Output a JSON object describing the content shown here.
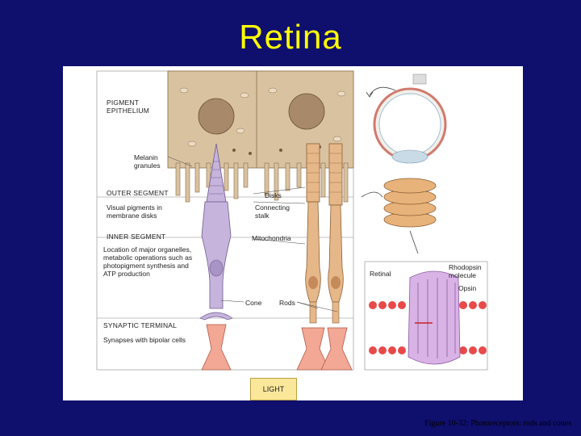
{
  "title": "Retina",
  "caption": "Figure 10-32: Photoreceptors: rods and cones",
  "figure": {
    "labels": {
      "pigment_epithelium": "PIGMENT\nEPITHELIUM",
      "melanin_granules": "Melanin\ngranules",
      "outer_segment": "OUTER SEGMENT",
      "visual_pigments": "Visual pigments in\nmembrane disks",
      "inner_segment": "INNER SEGMENT",
      "location_text": "Location of major organelles,\nmetabolic operations such as\nphotopigment synthesis and\nATP production",
      "synaptic_terminal": "SYNAPTIC TERMINAL",
      "synapses": "Synapses with bipolar cells",
      "disks": "Disks",
      "connecting_stalk": "Connecting\nstalk",
      "mitochondria": "Mitochondria",
      "cone": "Cone",
      "rods": "Rods",
      "light": "LIGHT",
      "retinal": "Retinal",
      "rhodopsin_molecule": "Rhodopsin\nmolecule",
      "opsin": "Opsin"
    },
    "colors": {
      "epithelium": "#d9c2a0",
      "cone": "#c7b4dd",
      "rod": "#e6b889",
      "synapse": "#f2a894",
      "membrane_head": "#e84a4a",
      "rhodopsin": "#d9b3e6"
    }
  }
}
